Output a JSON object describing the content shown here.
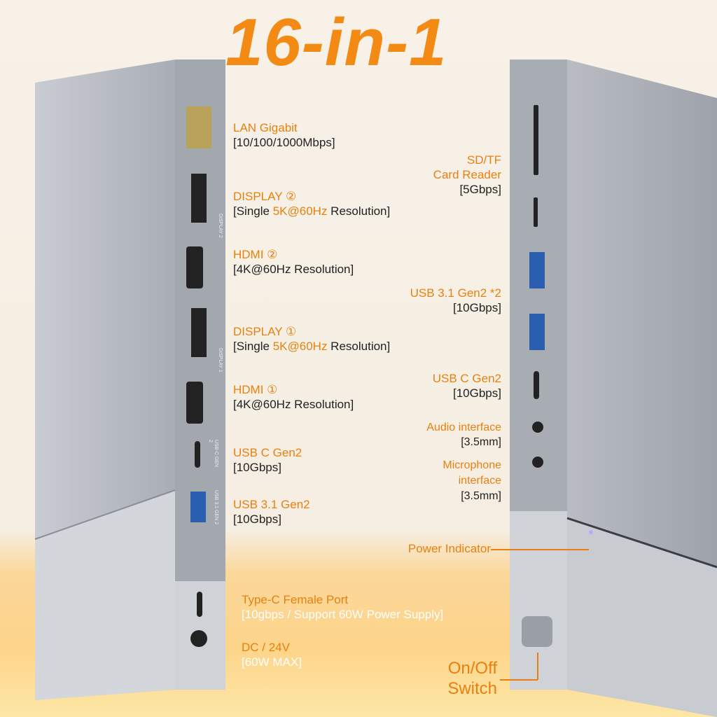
{
  "title": "16-in-1",
  "colors": {
    "accent": "#e8800f",
    "device": "#b4b8c0"
  },
  "left_labels": [
    {
      "heading": "LAN Gigabit",
      "detail": "[10/100/1000Mbps]"
    },
    {
      "heading": "DISPLAY ②",
      "detail_pre": "[Single ",
      "detail_hl": "5K@60Hz",
      "detail_post": " Resolution]"
    },
    {
      "heading": "HDMI ②",
      "detail": "[4K@60Hz Resolution]"
    },
    {
      "heading": "DISPLAY ①",
      "detail_pre": "[Single ",
      "detail_hl": "5K@60Hz",
      "detail_post": " Resolution]"
    },
    {
      "heading": "HDMI ①",
      "detail": "[4K@60Hz Resolution]"
    },
    {
      "heading": "USB C Gen2",
      "detail": "[10Gbps]"
    },
    {
      "heading": "USB 3.1 Gen2",
      "detail": "[10Gbps]"
    },
    {
      "heading": "Type-C Female Port",
      "detail": "[10gbps / Support 60W Power Supply]"
    },
    {
      "heading": "DC / 24V",
      "detail": "[60W MAX]"
    }
  ],
  "right_labels": [
    {
      "heading1": "SD/TF",
      "heading2": "Card Reader",
      "detail": "[5Gbps]"
    },
    {
      "heading": "USB 3.1 Gen2 *2",
      "detail": "[10Gbps]"
    },
    {
      "heading": "USB C Gen2",
      "detail": "[10Gbps]"
    },
    {
      "heading": "Audio interface",
      "detail": "[3.5mm]"
    },
    {
      "heading1": "Microphone",
      "heading2": "interface",
      "detail": "[3.5mm]"
    },
    {
      "heading": "Power Indicator"
    },
    {
      "heading1": "On/Off",
      "heading2": "Switch"
    }
  ],
  "port_markings": {
    "display2": "DISPLAY 2",
    "display1": "DISPLAY 1",
    "usbc": "USB-C GEN 2",
    "usb31": "USB 3.1 GEN 2"
  }
}
